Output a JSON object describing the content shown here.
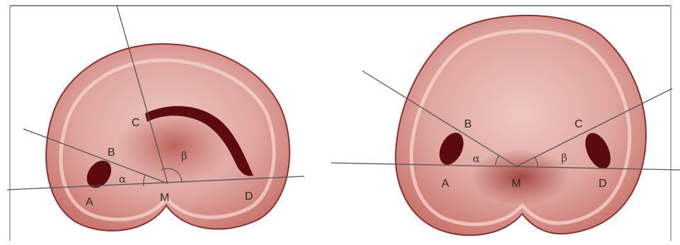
{
  "figure": {
    "colors": {
      "tissue_fill": "#d28b86",
      "tissue_edge": "#8e2f2f",
      "inner_ring": "#f2cfc9",
      "dark_mark": "#5b0a10",
      "line": "#555555",
      "frame": "#888888"
    },
    "left_panel": {
      "labels": {
        "A": "A",
        "B": "B",
        "C": "C",
        "D": "D",
        "M": "M",
        "alpha": "α",
        "beta": "β"
      }
    },
    "right_panel": {
      "labels": {
        "A": "A",
        "B": "B",
        "C": "C",
        "D": "D",
        "M": "M",
        "alpha": "α",
        "beta": "β"
      }
    }
  }
}
